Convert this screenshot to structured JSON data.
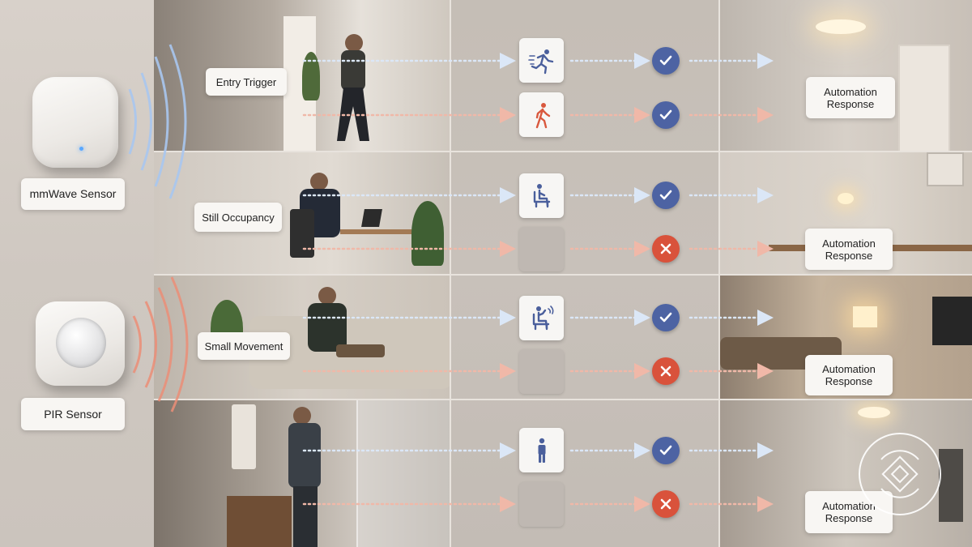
{
  "sensors": {
    "mmwave": {
      "label": "mmWave Sensor"
    },
    "pir": {
      "label": "PIR Sensor"
    }
  },
  "rows": [
    {
      "trigger_label": "Entry Trigger",
      "top_icon": "running-person-icon",
      "bottom_icon": "walking-person-icon",
      "mmwave_status": "check",
      "pir_status": "check",
      "response_label": "Automation Response"
    },
    {
      "trigger_label": "Still Occupancy",
      "top_icon": "seated-person-icon",
      "bottom_icon": "none",
      "mmwave_status": "check",
      "pir_status": "cross",
      "response_label": "Automation Response"
    },
    {
      "trigger_label": "Small Movement",
      "top_icon": "seated-person-moving-icon",
      "bottom_icon": "none",
      "mmwave_status": "check",
      "pir_status": "cross",
      "response_label": "Automation Response"
    },
    {
      "trigger_label": "",
      "top_icon": "standing-person-icon",
      "bottom_icon": "none",
      "mmwave_status": "check",
      "pir_status": "cross",
      "response_label": "Automation Response"
    }
  ],
  "colors": {
    "mmwave_signal": "#8fb4e8",
    "pir_signal": "#e88a70",
    "check_blue": "#4d63a3",
    "cross_red": "#d9523b",
    "icon_blue": "#4a5f9c",
    "icon_red": "#d9583d"
  }
}
